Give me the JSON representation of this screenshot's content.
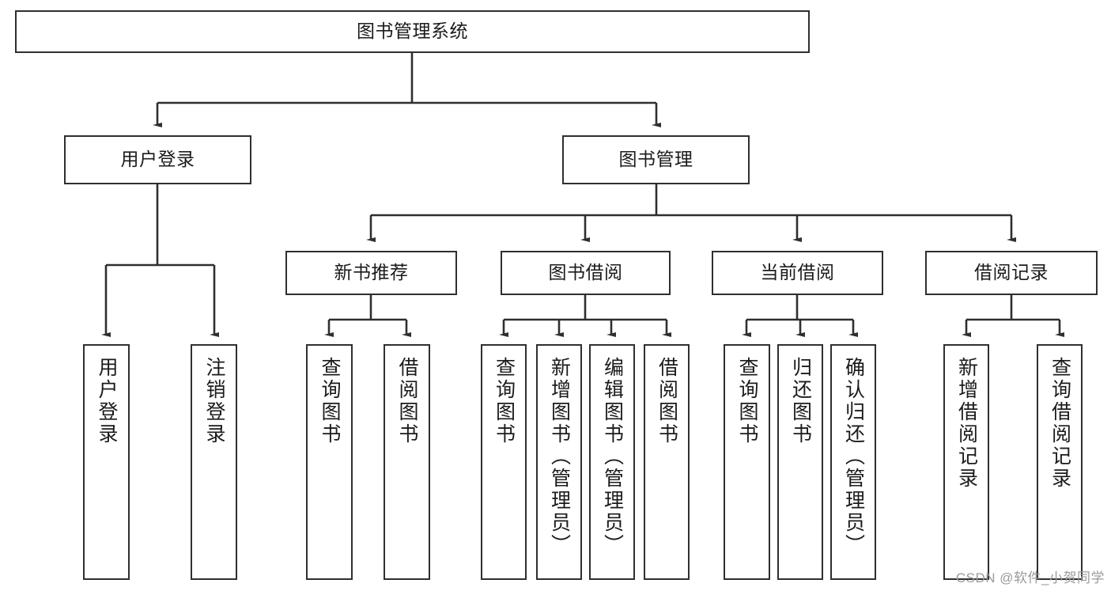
{
  "diagram": {
    "title": "图书管理系统",
    "root": {
      "label": "图书管理系统"
    },
    "level2": [
      {
        "label": "用户登录"
      },
      {
        "label": "图书管理"
      }
    ],
    "level3": [
      {
        "label": "新书推荐"
      },
      {
        "label": "图书借阅"
      },
      {
        "label": "当前借阅"
      },
      {
        "label": "借阅记录"
      }
    ],
    "leaves": [
      {
        "label": "用户登录",
        "parent": "用户登录"
      },
      {
        "label": "注销登录",
        "parent": "用户登录"
      },
      {
        "label": "查询图书",
        "parent": "新书推荐"
      },
      {
        "label": "借阅图书",
        "parent": "新书推荐"
      },
      {
        "label": "查询图书",
        "parent": "图书借阅"
      },
      {
        "label": "新增图书（管理员）",
        "parent": "图书借阅"
      },
      {
        "label": "编辑图书（管理员）",
        "parent": "图书借阅"
      },
      {
        "label": "借阅图书",
        "parent": "图书借阅"
      },
      {
        "label": "查询图书",
        "parent": "当前借阅"
      },
      {
        "label": "归还图书",
        "parent": "当前借阅"
      },
      {
        "label": "确认归还（管理员）",
        "parent": "当前借阅"
      },
      {
        "label": "新增借阅记录",
        "parent": "借阅记录"
      },
      {
        "label": "查询借阅记录",
        "parent": "借阅记录"
      }
    ],
    "watermark": "CSDN @软件_小贺同学",
    "colors": {
      "stroke": "#2f2f2f",
      "background": "#ffffff",
      "text": "#1b1b1b",
      "watermark": "#9a9a9a"
    }
  }
}
